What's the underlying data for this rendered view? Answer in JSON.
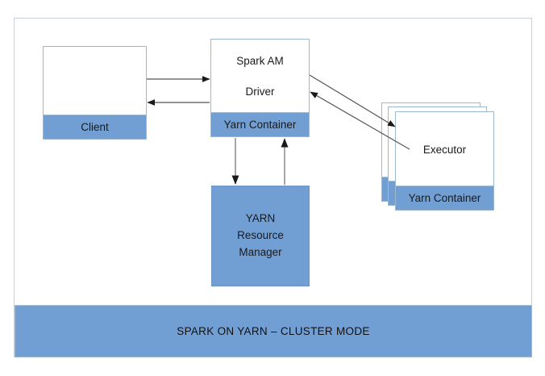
{
  "diagram": {
    "title": "SPARK ON YARN – CLUSTER MODE",
    "type": "architecture-diagram",
    "colors": {
      "accent_blue": "#719fd4",
      "node_border": "#9db9cf",
      "frame_border": "#c4d2da",
      "background": "#ffffff",
      "text": "#1a1a1a",
      "arrow": "#555555"
    },
    "nodes": [
      {
        "id": "client",
        "body_text": "",
        "label": "Client"
      },
      {
        "id": "spark-am",
        "line1": "Spark AM",
        "line2": "Driver",
        "label": "Yarn Container"
      },
      {
        "id": "yarn-resource-manager",
        "line1": "YARN",
        "line2": "Resource",
        "line3": "Manager"
      },
      {
        "id": "executor",
        "body_text": "Executor",
        "label": "Yarn Container",
        "stack_count": 3
      }
    ],
    "connections": [
      {
        "from": "client",
        "to": "spark-am",
        "direction": "right"
      },
      {
        "from": "spark-am",
        "to": "client",
        "direction": "left"
      },
      {
        "from": "spark-am",
        "to": "yarn-resource-manager",
        "direction": "down"
      },
      {
        "from": "yarn-resource-manager",
        "to": "spark-am",
        "direction": "up"
      },
      {
        "from": "spark-am",
        "to": "executor",
        "direction": "down-right"
      },
      {
        "from": "executor",
        "to": "spark-am",
        "direction": "up-left"
      }
    ]
  }
}
